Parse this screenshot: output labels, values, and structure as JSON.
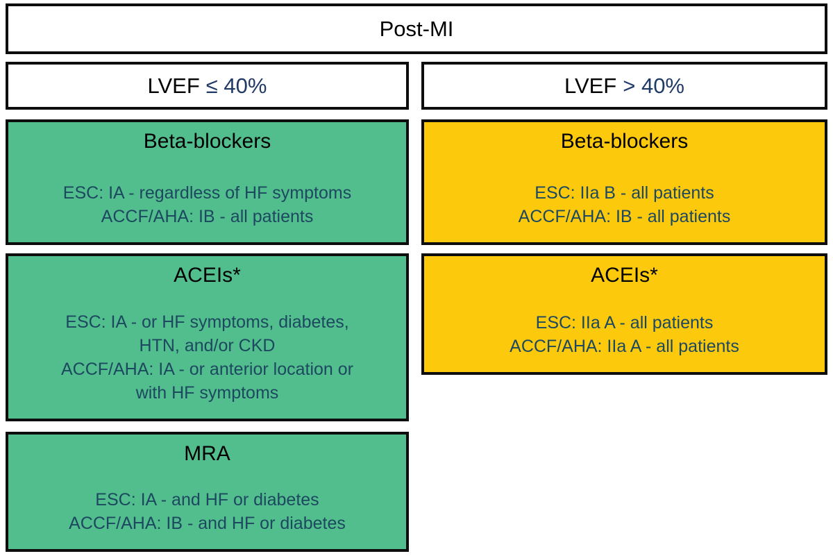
{
  "header": {
    "title": "Post-MI"
  },
  "columns": {
    "left": {
      "prefix": "LVEF",
      "condition": "≤ 40%"
    },
    "right": {
      "prefix": "LVEF",
      "condition": "> 40%"
    }
  },
  "left_boxes": [
    {
      "title": "Beta-blockers",
      "lines": [
        "ESC: IA - regardless of HF symptoms",
        "ACCF/AHA: IB - all patients"
      ]
    },
    {
      "title": "ACEIs*",
      "lines": [
        "ESC: IA - or HF symptoms, diabetes,",
        "HTN, and/or CKD",
        "ACCF/AHA: IA - or anterior location or",
        "with HF symptoms"
      ]
    },
    {
      "title": "MRA",
      "lines": [
        "ESC: IA - and HF or diabetes",
        "ACCF/AHA: IB - and HF or diabetes"
      ]
    }
  ],
  "right_boxes": [
    {
      "title": "Beta-blockers",
      "lines": [
        "ESC: IIa B - all patients",
        "ACCF/AHA: IB - all patients"
      ]
    },
    {
      "title": "ACEIs*",
      "lines": [
        "ESC: IIa A - all patients",
        "ACCF/AHA: IIa A - all patients"
      ]
    }
  ],
  "colors": {
    "background": "#ffffff",
    "border": "#0d0d0d",
    "green": "#53be8d",
    "yellow": "#fcc90d",
    "title_text": "#000000",
    "detail_text": "#1c4860",
    "lvef_accent": "#203a68"
  }
}
